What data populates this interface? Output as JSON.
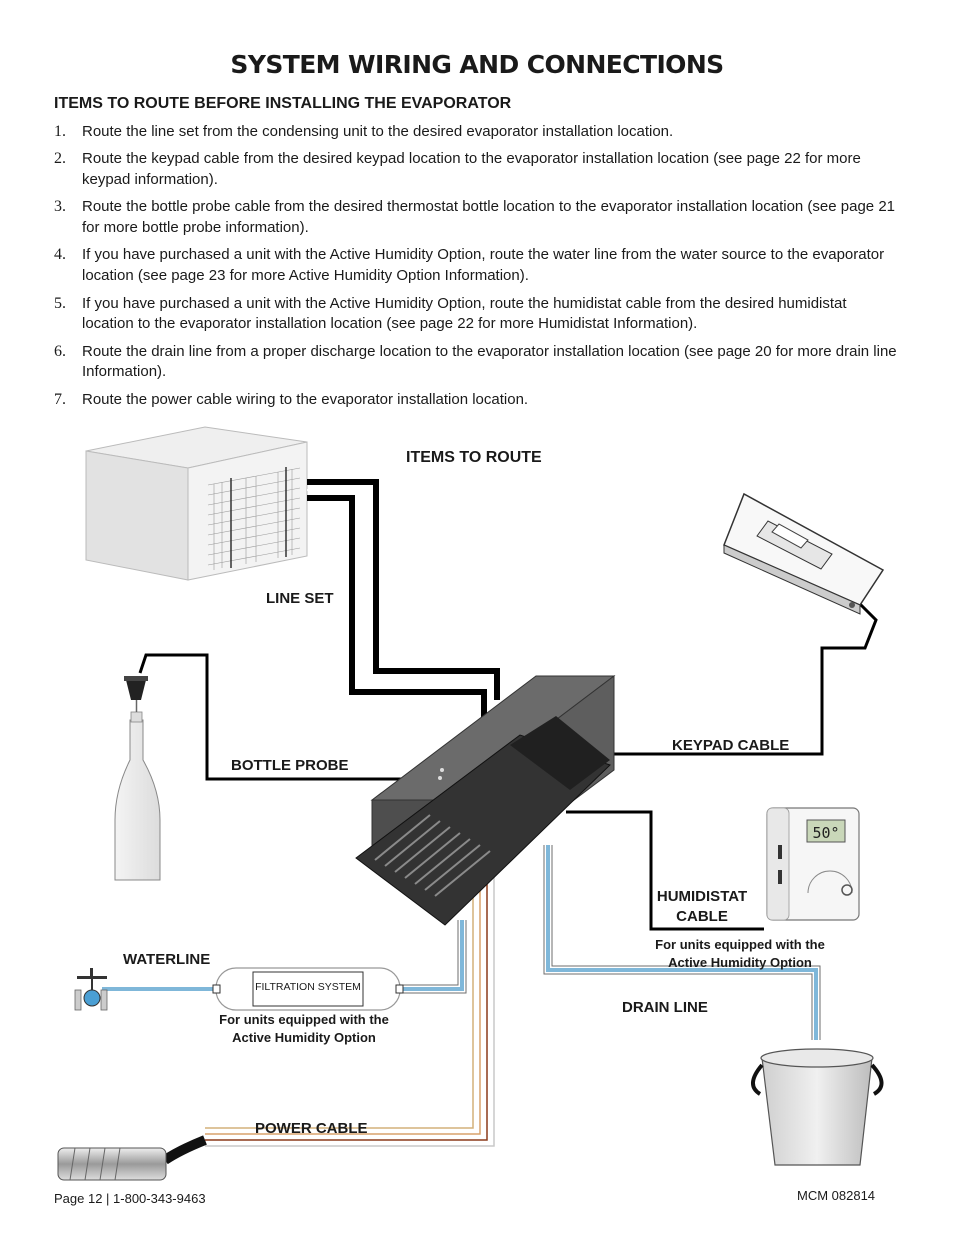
{
  "header": {
    "title": "SYSTEM WIRING AND CONNECTIONS",
    "section_heading": "ITEMS TO ROUTE BEFORE INSTALLING THE EVAPORATOR"
  },
  "steps": [
    {
      "num": "1.",
      "text": "Route the line set from the condensing unit to the desired evaporator installation location."
    },
    {
      "num": "2.",
      "text": "Route the keypad cable from the desired keypad location to the evaporator installation location (see page 22 for more keypad information)."
    },
    {
      "num": "3.",
      "text": "Route the bottle probe cable from the desired thermostat bottle location to the evaporator installation location (see page 21 for more bottle probe information)."
    },
    {
      "num": "4.",
      "text": "If you have purchased a unit with the Active Humidity Option, route the water line from the water source to the evaporator location (see page 23 for more Active Humidity Option Information)."
    },
    {
      "num": "5.",
      "text": "If you have purchased a unit with the Active Humidity Option, route the humidistat cable from the desired humidistat location to the evaporator installation location (see page 22 for more Humidistat Information)."
    },
    {
      "num": "6.",
      "text": "Route the drain line from a proper discharge location to the evaporator installation location (see page 20 for more drain line Information)."
    },
    {
      "num": "7.",
      "text": "Route the power cable wiring to the evaporator installation location."
    }
  ],
  "diagram": {
    "title": "ITEMS TO ROUTE",
    "line_set": "LINE SET",
    "bottle_probe": "BOTTLE PROBE",
    "keypad_cable": "KEYPAD CABLE",
    "humidistat_1": "HUMIDISTAT",
    "humidistat_2": "CABLE",
    "humidity_note_right_1": "For units equipped with the",
    "humidity_note_right_2": "Active Humidity Option",
    "waterline": "WATERLINE",
    "filtration": "FILTRATION SYSTEM",
    "humidity_note_left_1": "For units equipped with the",
    "humidity_note_left_2": "Active Humidity Option",
    "drain_line": "DRAIN LINE",
    "power_cable": "POWER CABLE",
    "humidistat_display": "50°"
  },
  "footer": {
    "left": "Page 12 | 1-800-343-9463",
    "right": "MCM 082814"
  },
  "colors": {
    "evaporator": "#555555",
    "water_line": "#a8d0e6",
    "cable": "#000000"
  }
}
